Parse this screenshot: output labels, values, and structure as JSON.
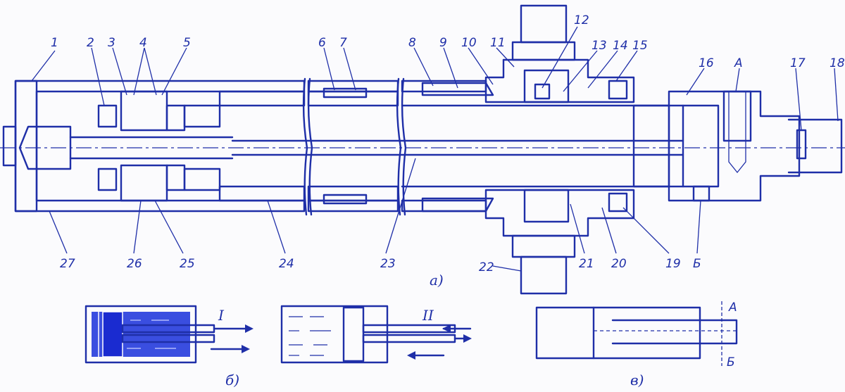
{
  "labels": {
    "l1": "1",
    "l2": "2",
    "l3": "3",
    "l4": "4",
    "l5": "5",
    "l6": "6",
    "l7": "7",
    "l8": "8",
    "l9": "9",
    "l10": "10",
    "l11": "11",
    "l12": "12",
    "l13": "13",
    "l14": "14",
    "l15": "15",
    "l16": "16",
    "l17": "17",
    "l18": "18",
    "l19": "19",
    "l20": "20",
    "l21": "21",
    "l22": "22",
    "l23": "23",
    "l24": "24",
    "l25": "25",
    "l26": "26",
    "l27": "27",
    "port_a": "А",
    "port_b": "Б"
  },
  "captions": {
    "a": "а)",
    "b": "б)",
    "v": "в)"
  },
  "schemes": {
    "mode1": "I",
    "mode2": "II",
    "port_a": "А",
    "port_b": "Б"
  },
  "colors": {
    "ink": "#1f2fa8",
    "fill": "#1a2bd0"
  }
}
